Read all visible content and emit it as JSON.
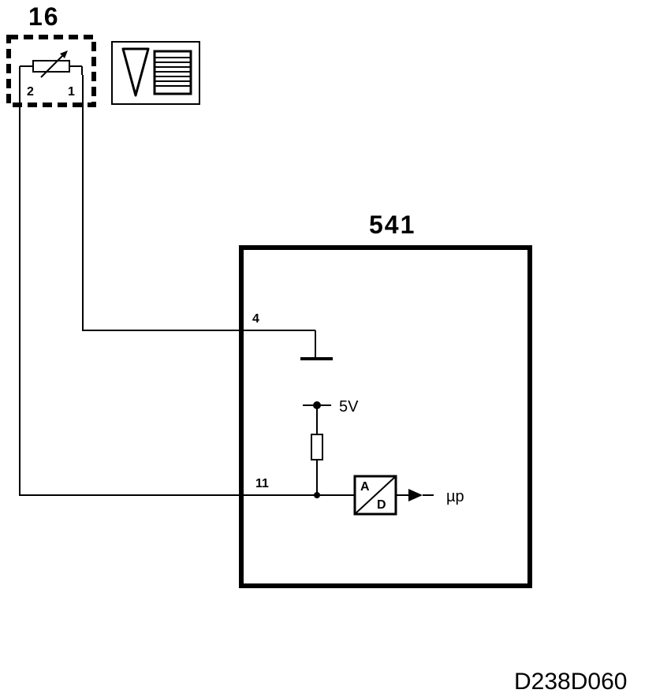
{
  "sensor": {
    "id": "16",
    "pin_left": "2",
    "pin_right": "1"
  },
  "control_unit": {
    "id": "541",
    "pin_ground": "4",
    "pin_signal": "11",
    "supply_label": "5V",
    "converter_top": "A",
    "converter_bottom": "D",
    "output_label": "µp"
  },
  "diagram_ref": "D238D060",
  "colors": {
    "line": "#000000",
    "background": "#ffffff"
  },
  "icons": {
    "sensor_symbol": "variable-resistor-icon",
    "location_symbol": "fuel-gauge-symbol-icon",
    "ground_symbol": "ground-icon",
    "converter_symbol": "ad-converter-icon"
  }
}
